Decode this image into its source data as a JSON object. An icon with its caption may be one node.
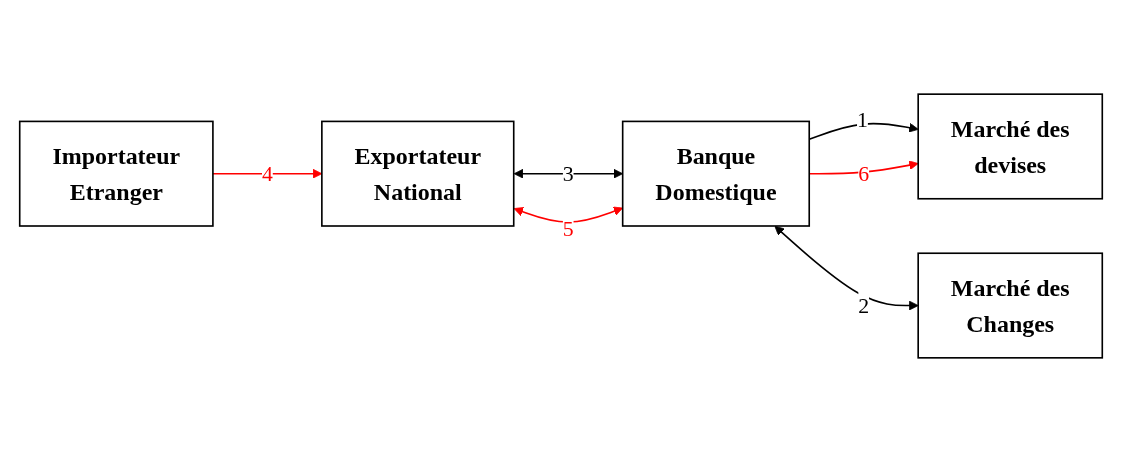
{
  "diagram": {
    "nodes": [
      {
        "text": [
          "Exportateur",
          "National"
        ]
      },
      {
        "text": [
          "Importateur",
          "Etranger"
        ]
      },
      {
        "text": [
          "Banque",
          "Domestique"
        ]
      },
      {
        "text": [
          "Marché des",
          "devises"
        ]
      },
      {
        "text": [
          "Marché des",
          "Changes"
        ]
      }
    ],
    "edges": [
      {
        "from": 2,
        "to": 3,
        "arrow": "to",
        "label": "1"
      },
      {
        "from": 2,
        "to": 4,
        "arrow": "both",
        "label": "2"
      },
      {
        "from": 0,
        "to": 2,
        "arrow": "both",
        "label": "3"
      },
      {
        "from": 1,
        "to": 0,
        "arrow": "to",
        "label": "4",
        "color": "#ff0000"
      },
      {
        "from": 0,
        "to": 2,
        "arrow": "both",
        "label": "5",
        "color": "#ff0000"
      },
      {
        "from": 2,
        "to": 3,
        "arrow": "to",
        "label": "6",
        "color": "#ff0000"
      }
    ]
  }
}
